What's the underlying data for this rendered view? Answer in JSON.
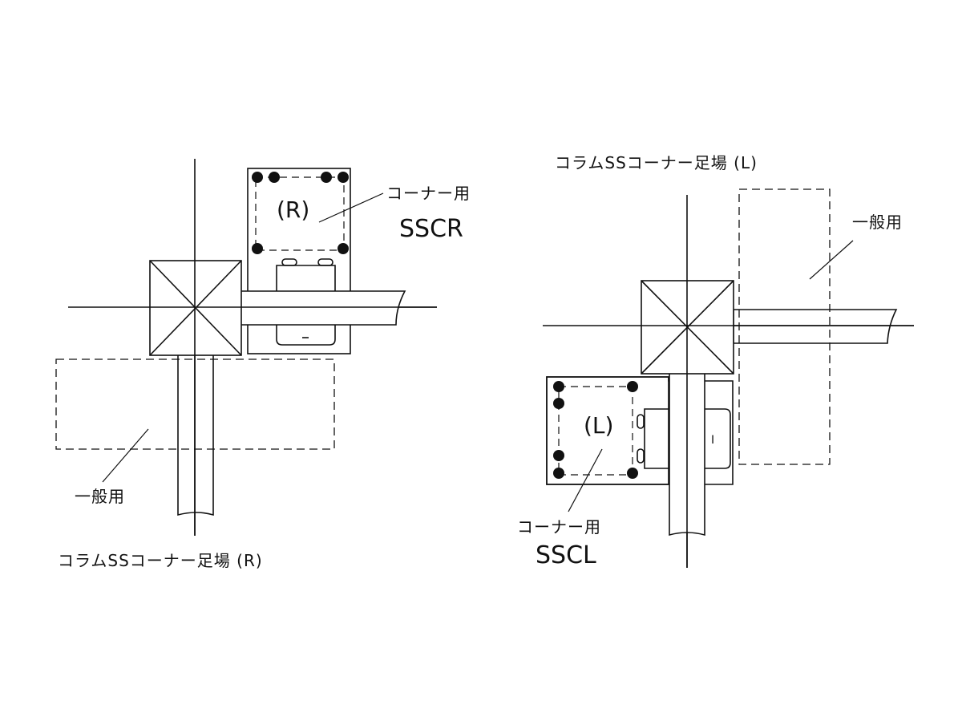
{
  "diagram_right": {
    "caption": "コラムSSコーナー足場 (R)",
    "bracket_mark": "(R)",
    "corner_label": "コーナー用",
    "corner_code": "SSCR",
    "general_label": "一般用"
  },
  "diagram_left": {
    "caption": "コラムSSコーナー足場 (L)",
    "bracket_mark": "(L)",
    "corner_label": "コーナー用",
    "corner_code": "SSCL",
    "general_label": "一般用",
    "bracket_tick": "I"
  },
  "colors": {
    "ink": "#111111",
    "paper": "#ffffff"
  }
}
